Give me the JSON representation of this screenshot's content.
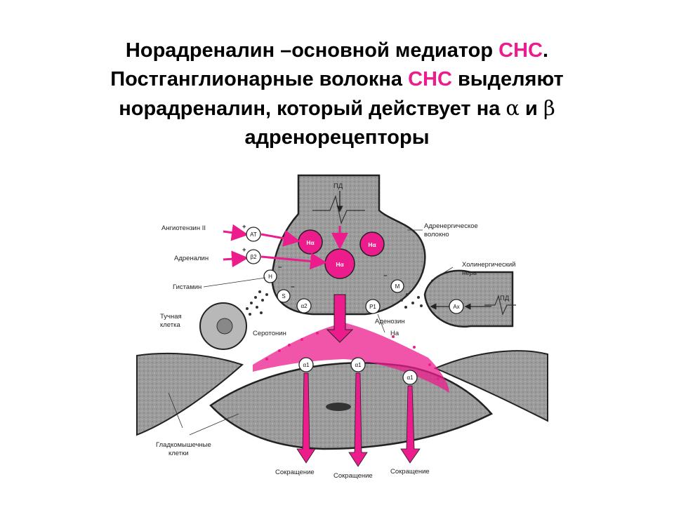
{
  "title": {
    "line1_a": "Норадреналин –основной медиатор ",
    "line1_accent": "СНС",
    "line1_b": ".",
    "line2_a": "Постганглионарные волокна ",
    "line2_accent": "СНС",
    "line2_b": " выделяют",
    "line3_a": "норадреналин, который действует на ",
    "alpha": "α",
    "and": " и ",
    "beta": "β",
    "line4": "адренорецепторы"
  },
  "labels": {
    "angiotensin": "Ангиотензин II",
    "adrenalin": "Адреналин",
    "histamin": "Гистамин",
    "mast_cell_1": "Тучная",
    "mast_cell_2": "клетка",
    "serotonin": "Серотонин",
    "adenosin": "Аденозин",
    "na": "На",
    "adrenergic_1": "Адренергическое",
    "adrenergic_2": "волокно",
    "cholinergic_1": "Холинергический",
    "cholinergic_2": "нерв",
    "smooth_1": "Гладкомышечные",
    "smooth_2": "клетки",
    "pd_top": "ПД",
    "pd_right": "ПД",
    "contraction_1": "Сокращение",
    "contraction_2": "Сокращение",
    "contraction_3": "Сокращение"
  },
  "receptors": {
    "at": "AT",
    "beta2": "β2",
    "h": "H",
    "s": "S",
    "alpha2": "α2",
    "p1": "P1",
    "m": "M",
    "ax": "Ax",
    "alpha1_a": "α1",
    "alpha1_b": "α1",
    "alpha1_c": "α1"
  },
  "vesicles": {
    "left": "Hα",
    "right": "Hα",
    "center": "Hα"
  },
  "signs": {
    "plus_1": "+",
    "plus_2": "+",
    "minus_1": "−",
    "minus_2": "−",
    "minus_3": "−"
  },
  "colors": {
    "accent": "#ec1c8c",
    "tissue": "#9a9a9a",
    "outline": "#222222"
  }
}
